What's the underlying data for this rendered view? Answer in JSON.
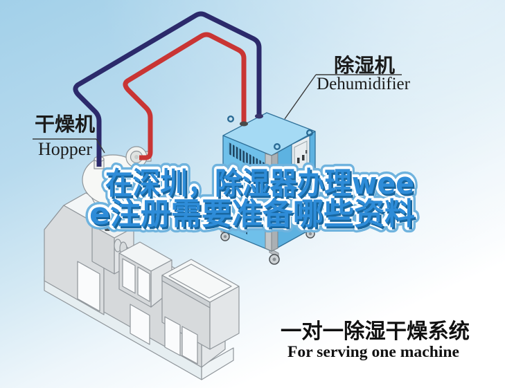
{
  "scene": {
    "headline": {
      "line1": "在深圳，除湿器办理wee",
      "line2": "e注册需要准备哪些资料",
      "fill_color": "#2e8cd8",
      "outline_color": "#ffffff",
      "halo_color": "#6fb3de",
      "shadow_color": "#17669f"
    },
    "labels": {
      "hopper": {
        "cn": "干燥机",
        "en": "Hopper"
      },
      "dehumidifier": {
        "cn": "除湿机",
        "en": "Dehumidifier"
      }
    },
    "caption": {
      "cn": "一对一除湿干燥系统",
      "en": "For serving one machine"
    },
    "colors": {
      "pipe_red": "#c93534",
      "pipe_blue": "#2c2a6b",
      "dehumidifier_blue": "#6fc0ea",
      "sky_top": "#a2d0e9"
    }
  }
}
